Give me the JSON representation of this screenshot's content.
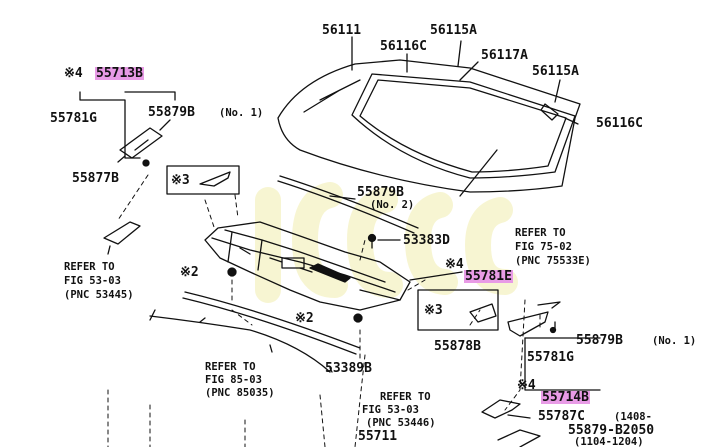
{
  "diagram": {
    "highlight_color": "#e89be6",
    "labels": {
      "p56111": "56111",
      "p56115a_top": "56115A",
      "p56116c_top": "56116C",
      "p56117a": "56117A",
      "p56115a_right": "56115A",
      "p56116c_right": "56116C",
      "mark4_a": "※4",
      "p55713b": "55713B",
      "p55781g_left": "55781G",
      "p55879b_no1_left": "55879B",
      "no1_left": "(No. 1)",
      "p55877b": "55877B",
      "mark3_a": "※3",
      "p55879b_no2": "55879B",
      "no2": "(No. 2)",
      "p53383d": "53383D",
      "refer_75_a": "REFER TO",
      "refer_75_b": "FIG 75-02",
      "refer_75_c": "(PNC 75533E)",
      "refer_53_left_a": "REFER TO",
      "refer_53_left_b": "FIG 53-03",
      "refer_53_left_c": "(PNC 53445)",
      "mark2_a": "※2",
      "mark4_b": "※4",
      "p55781e": "55781E",
      "mark2_b": "※2",
      "mark3_b": "※3",
      "p55878b": "55878B",
      "p55879b_no1_right": "55879B",
      "no1_right": "(No. 1)",
      "p55781g_right": "55781G",
      "refer_85_a": "REFER TO",
      "refer_85_b": "FIG 85-03",
      "refer_85_c": "(PNC 85035)",
      "p53389b": "53389B",
      "mark4_c": "※4",
      "p55714b": "55714B",
      "refer_53_bottom_a": "REFER TO",
      "refer_53_bottom_b": "FIG 53-03",
      "refer_53_bottom_c": "(PNC 53446)",
      "p55787c": "55787C",
      "p55787c_range": "(1408-",
      "p55879b2050": "55879-B2050",
      "p55879b2050_range": "(1104-1204)",
      "p55711": "55711"
    }
  }
}
